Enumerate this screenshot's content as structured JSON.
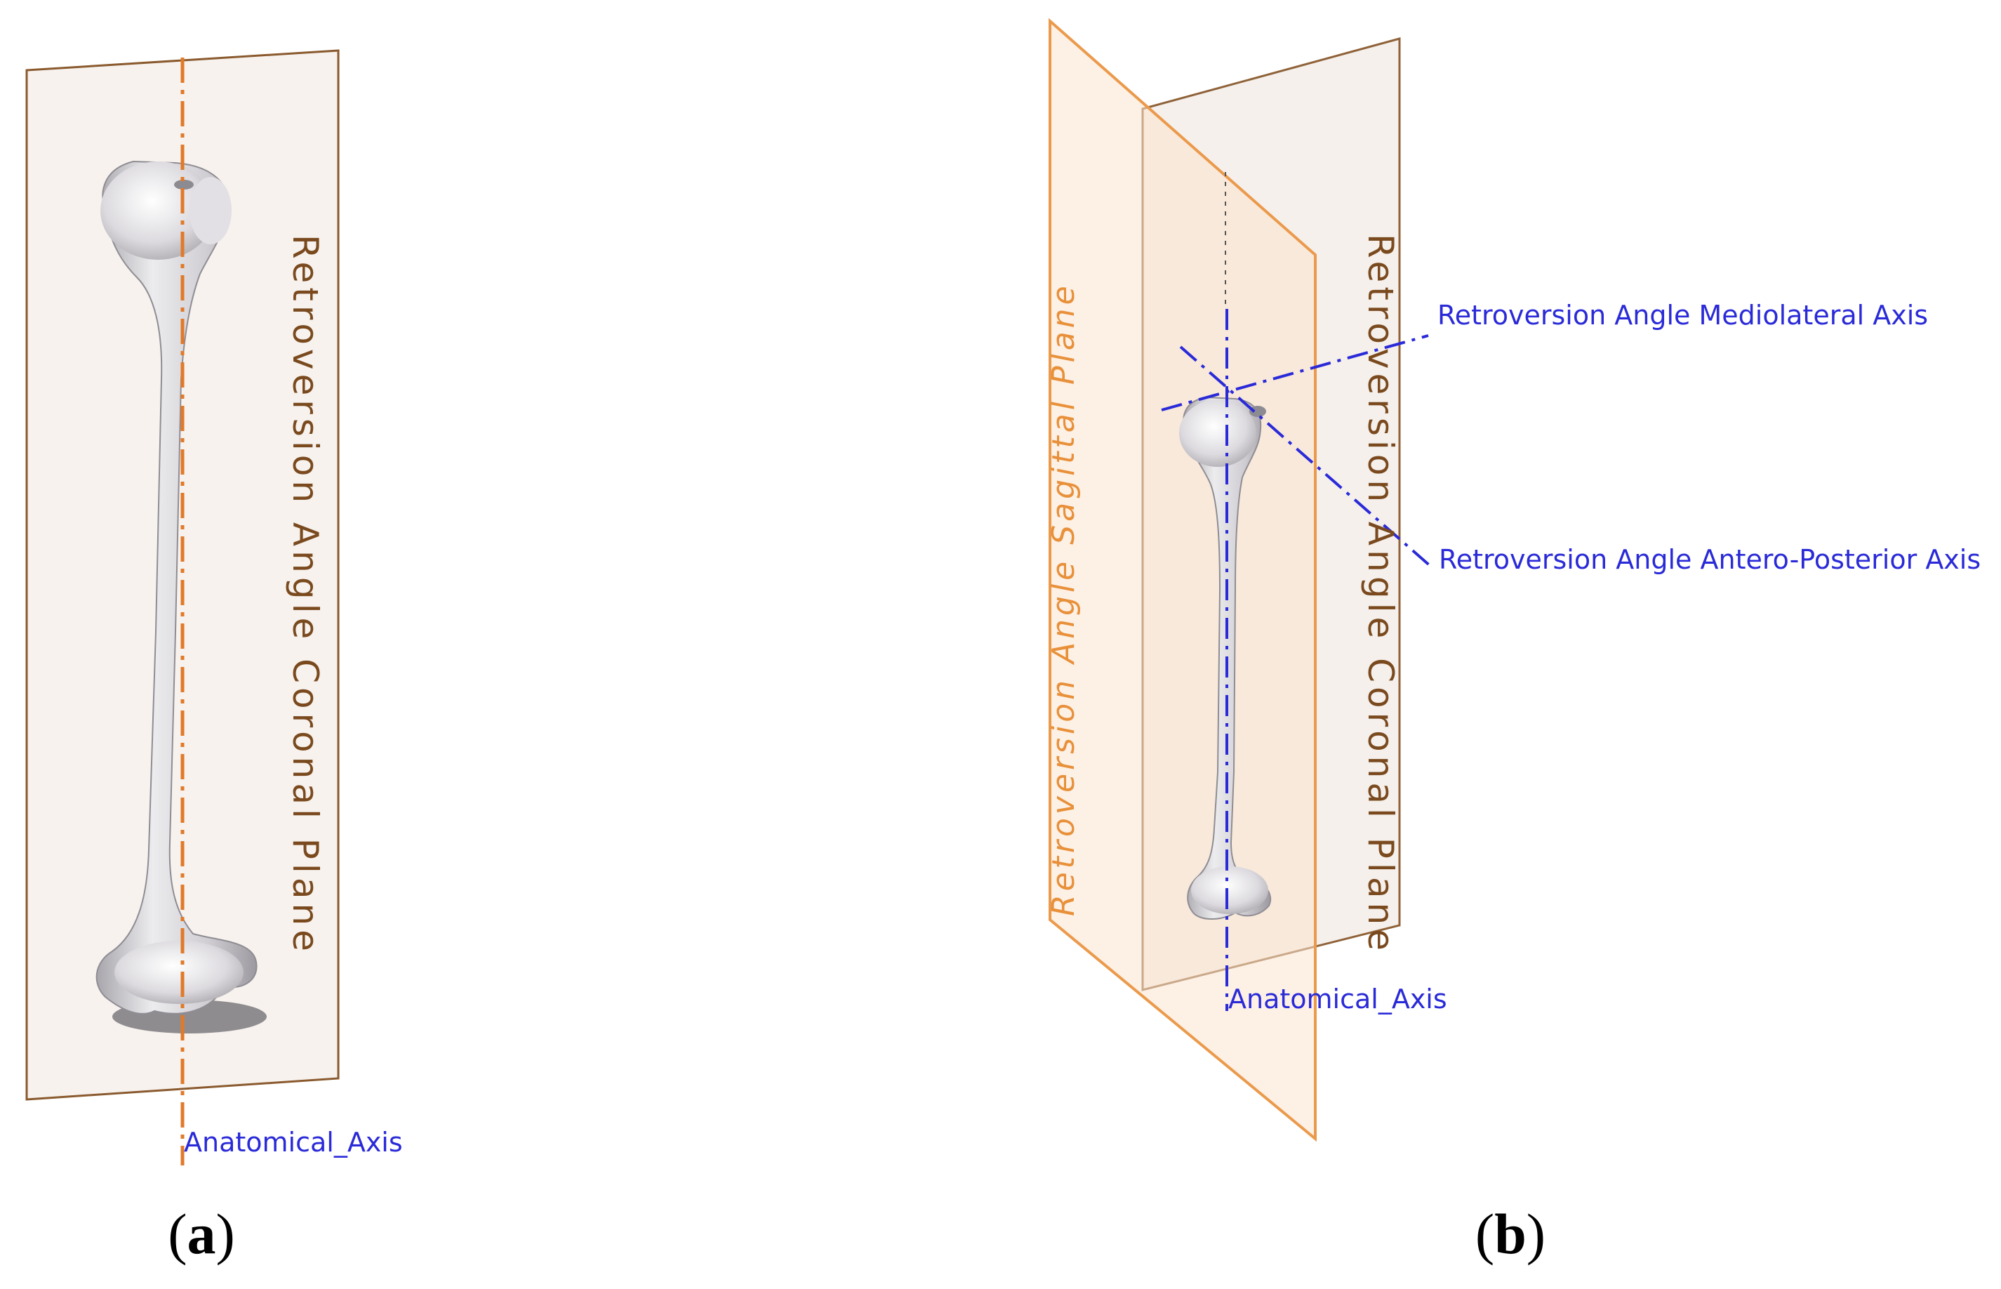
{
  "panel_a": {
    "label_open": "(",
    "label_letter": "a",
    "label_close": ")",
    "plane_label": "Retroversion Angle Coronal Plane",
    "axis_label": "Anatomical_Axis"
  },
  "panel_b": {
    "label_open": "(",
    "label_letter": "b",
    "label_close": ")",
    "coronal_plane_label": "Retroversion Angle Coronal Plane",
    "sagittal_plane_label": "Retroversion Angle Sagittal Plane",
    "axis_label": "Anatomical_Axis",
    "mediolateral_label": "Retroversion Angle Mediolateral Axis",
    "anteroposterior_label": "Retroversion Angle Antero-Posterior Axis"
  },
  "colors": {
    "plane_fill": "#f7f2ee",
    "plane_stroke": "#8a5a2e",
    "sagittal_fill": "#fbe7d6",
    "sagittal_stroke": "#eb9a4c",
    "axis_orange": "#e07a2a",
    "axis_blue": "#2a2ad8",
    "bone": "#d8d6da"
  }
}
